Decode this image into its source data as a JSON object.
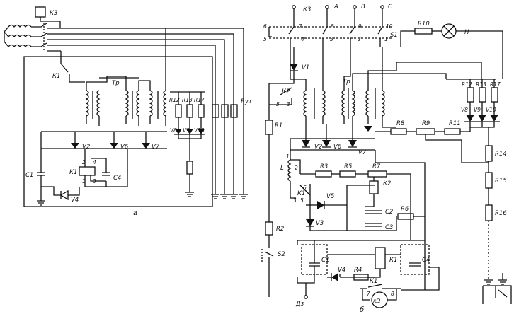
{
  "figure": {
    "panel_a_caption": "а",
    "panel_b_caption": "б"
  },
  "panel_a": {
    "labels": {
      "k3": "К3",
      "k1_contact": "К1",
      "tr": "Тр",
      "r12": "R12",
      "r13": "R13",
      "r17": "R17",
      "rut": "Rут",
      "v8": "V8",
      "v9": "V9",
      "v10": "V10",
      "v2": "V2",
      "v6": "V6",
      "v7": "V7",
      "c1": "С1",
      "k1_relay": "К1",
      "c4": "С4",
      "v4": "V4",
      "pin1": "1",
      "pin2": "2",
      "pin3": "3",
      "pin4": "4"
    }
  },
  "panel_b": {
    "terminals": {
      "k3": "К3",
      "a": "А",
      "b": "В",
      "c": "С"
    },
    "labels": {
      "n6": "6",
      "n7": "7",
      "n8": "8",
      "n9": "9",
      "n10": "10",
      "n5": "5",
      "n4": "4",
      "n3": "3",
      "n2": "2",
      "n1": "1",
      "s1": "S1",
      "r10": "R10",
      "h": "Н",
      "v1": "V1",
      "tr": "Тр",
      "k2": "К2",
      "k2_5": "5",
      "k2_3": "3",
      "r1": "R1",
      "r12": "R12",
      "r13": "R13",
      "r17": "R17",
      "v8": "V8",
      "v9": "V9",
      "v10": "V10",
      "r8": "R8",
      "r9": "R9",
      "r11": "R11",
      "r14": "R14",
      "r15": "R15",
      "r16": "R16",
      "v2": "V2",
      "v6": "V6",
      "v7": "V7",
      "l": "L",
      "r3": "R3",
      "r5": "R5",
      "r7": "R7",
      "k1a": "К1",
      "v5": "V5",
      "k2b": "К2",
      "c2": "С2",
      "c3": "С3",
      "r6": "R6",
      "v3": "V3",
      "r2": "R2",
      "s2": "S2",
      "c1": "С1",
      "k1b": "К1",
      "c4": "С4",
      "v4": "V4",
      "r4": "R4",
      "k1c": "К1",
      "dz": "Дз",
      "kohm": "кΩ"
    }
  }
}
